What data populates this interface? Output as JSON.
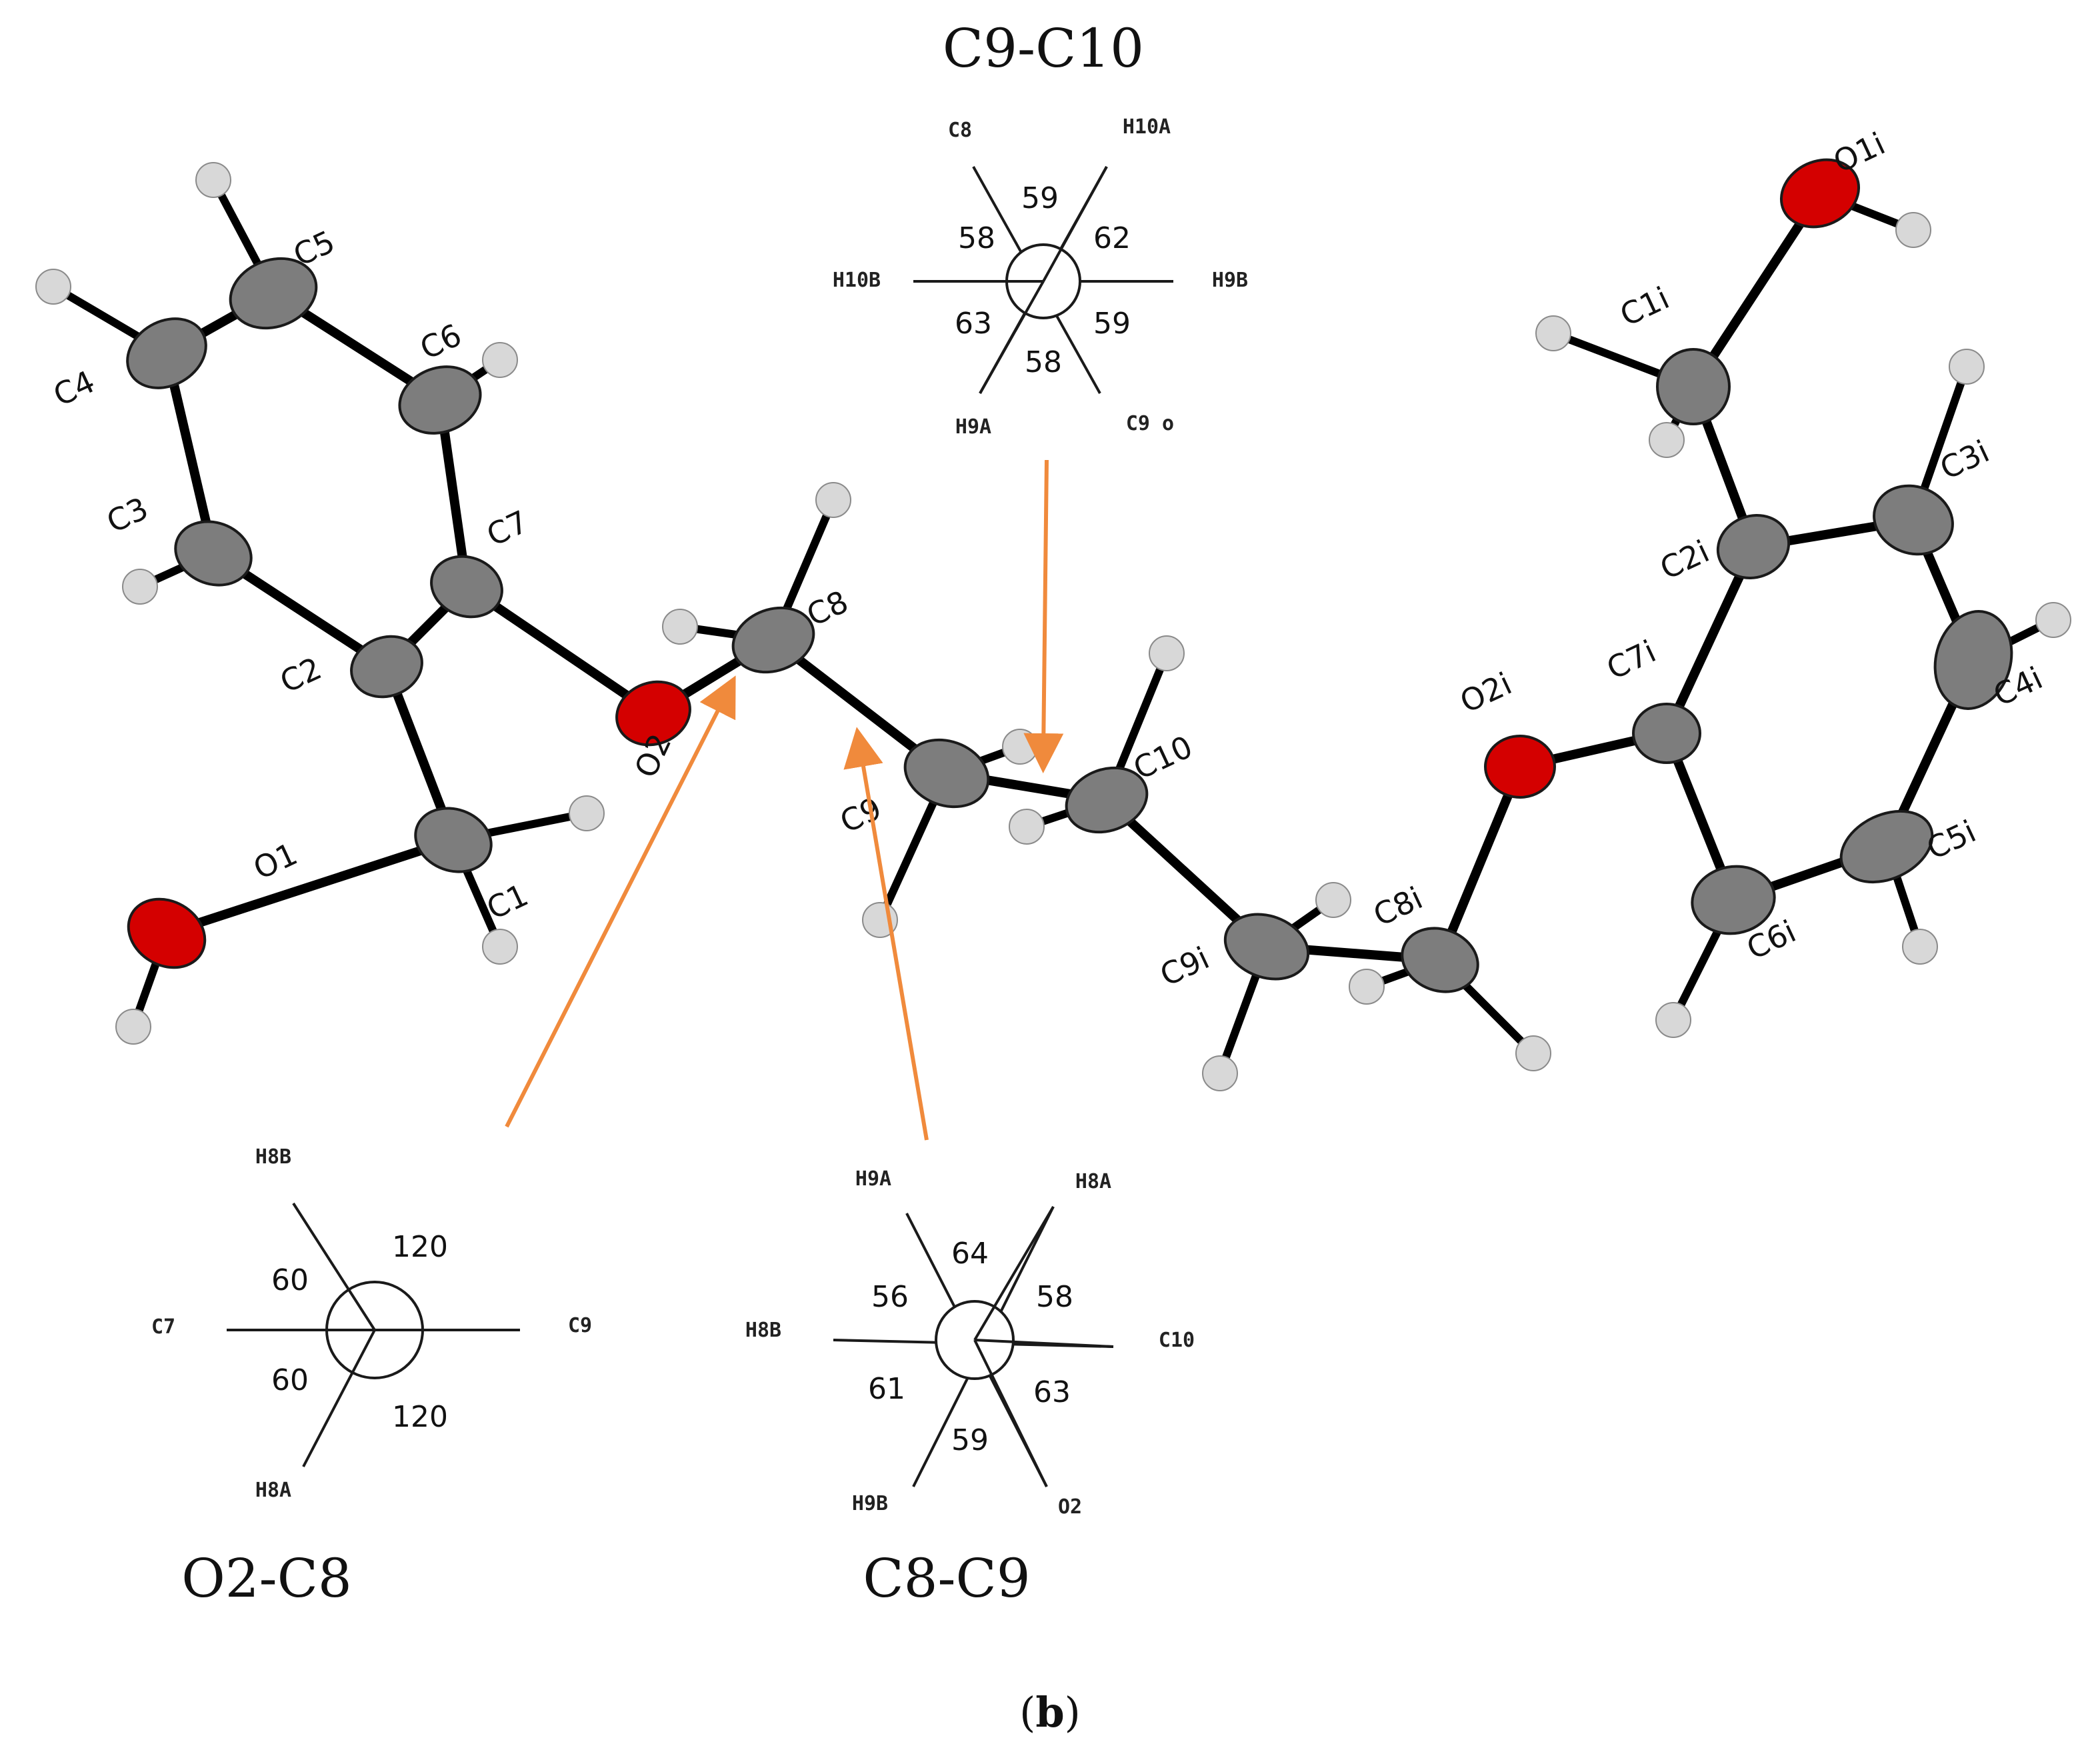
{
  "figure": {
    "caption_open": "(",
    "caption_letter": "b",
    "caption_close": ")",
    "accent_color": "#f08a3c",
    "atom_colors": {
      "carbon": "#7d7d7d",
      "oxygen": "#d40000",
      "hydrogen": "#d8d8d8"
    }
  },
  "atoms": {
    "C1": "C1",
    "C2": "C2",
    "C3": "C3",
    "C4": "C4",
    "C5": "C5",
    "C6": "C6",
    "C7": "C7",
    "C8": "C8",
    "C9": "C9",
    "C10": "C10",
    "O1": "O1",
    "O2": "O2",
    "C1i": "C1i",
    "C2i": "C2i",
    "C3i": "C3i",
    "C4i": "C4i",
    "C5i": "C5i",
    "C6i": "C6i",
    "C7i": "C7i",
    "C8i": "C8i",
    "C9i": "C9i",
    "O1i": "O1i",
    "O2i": "O2i"
  },
  "newman_c9_c10": {
    "title": "C9-C10",
    "substituents": {
      "top_left": "C8",
      "top_right": "H10A",
      "left": "H10B",
      "right": "H9B",
      "bottom_left": "H9A",
      "bottom_right": "C9 o"
    },
    "angles": {
      "top": "59",
      "upper_left": "58",
      "upper_right": "62",
      "lower_left": "63",
      "lower_right": "59",
      "bottom": "58"
    }
  },
  "newman_o2_c8": {
    "title": "O2-C8",
    "substituents": {
      "top": "H8B",
      "left": "C7",
      "right": "C9",
      "bottom": "H8A"
    },
    "angles": {
      "upper_left": "60",
      "upper_right": "120",
      "lower_left": "60",
      "lower_right": "120"
    }
  },
  "newman_c8_c9": {
    "title": "C8-C9",
    "substituents": {
      "top_left": "H9A",
      "top_right": "H8A",
      "left": "H8B",
      "right": "C10",
      "bottom_left": "H9B",
      "bottom_right": "O2"
    },
    "angles": {
      "top": "64",
      "upper_left": "56",
      "upper_right": "58",
      "lower_left": "61",
      "lower_right": "63",
      "bottom": "59"
    }
  }
}
